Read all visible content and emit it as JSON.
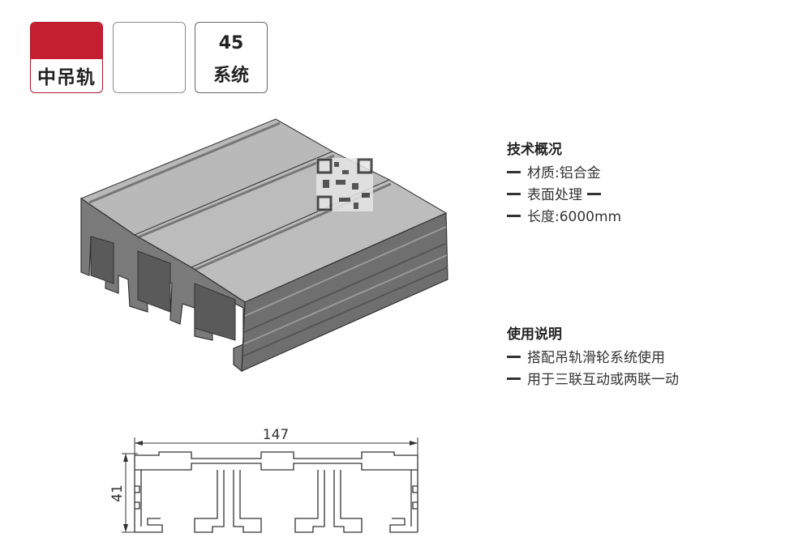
{
  "tags": {
    "category": "中吊轨",
    "system_number": "45",
    "system_label": "系统"
  },
  "tech": {
    "heading": "技术概况",
    "items": [
      "材质:铝合金",
      "表面处理",
      "长度:6000mm"
    ]
  },
  "usage": {
    "heading": "使用说明",
    "items": [
      "搭配吊轨滑轮系统使用",
      "用于三联互动或两联一动"
    ]
  },
  "drawing": {
    "width_label": "147",
    "height_label": "41"
  },
  "colors": {
    "brand_red": "#c41f30",
    "profile_top": "#b8b8b8",
    "profile_side": "#6e6e6e",
    "line": "#333333"
  }
}
